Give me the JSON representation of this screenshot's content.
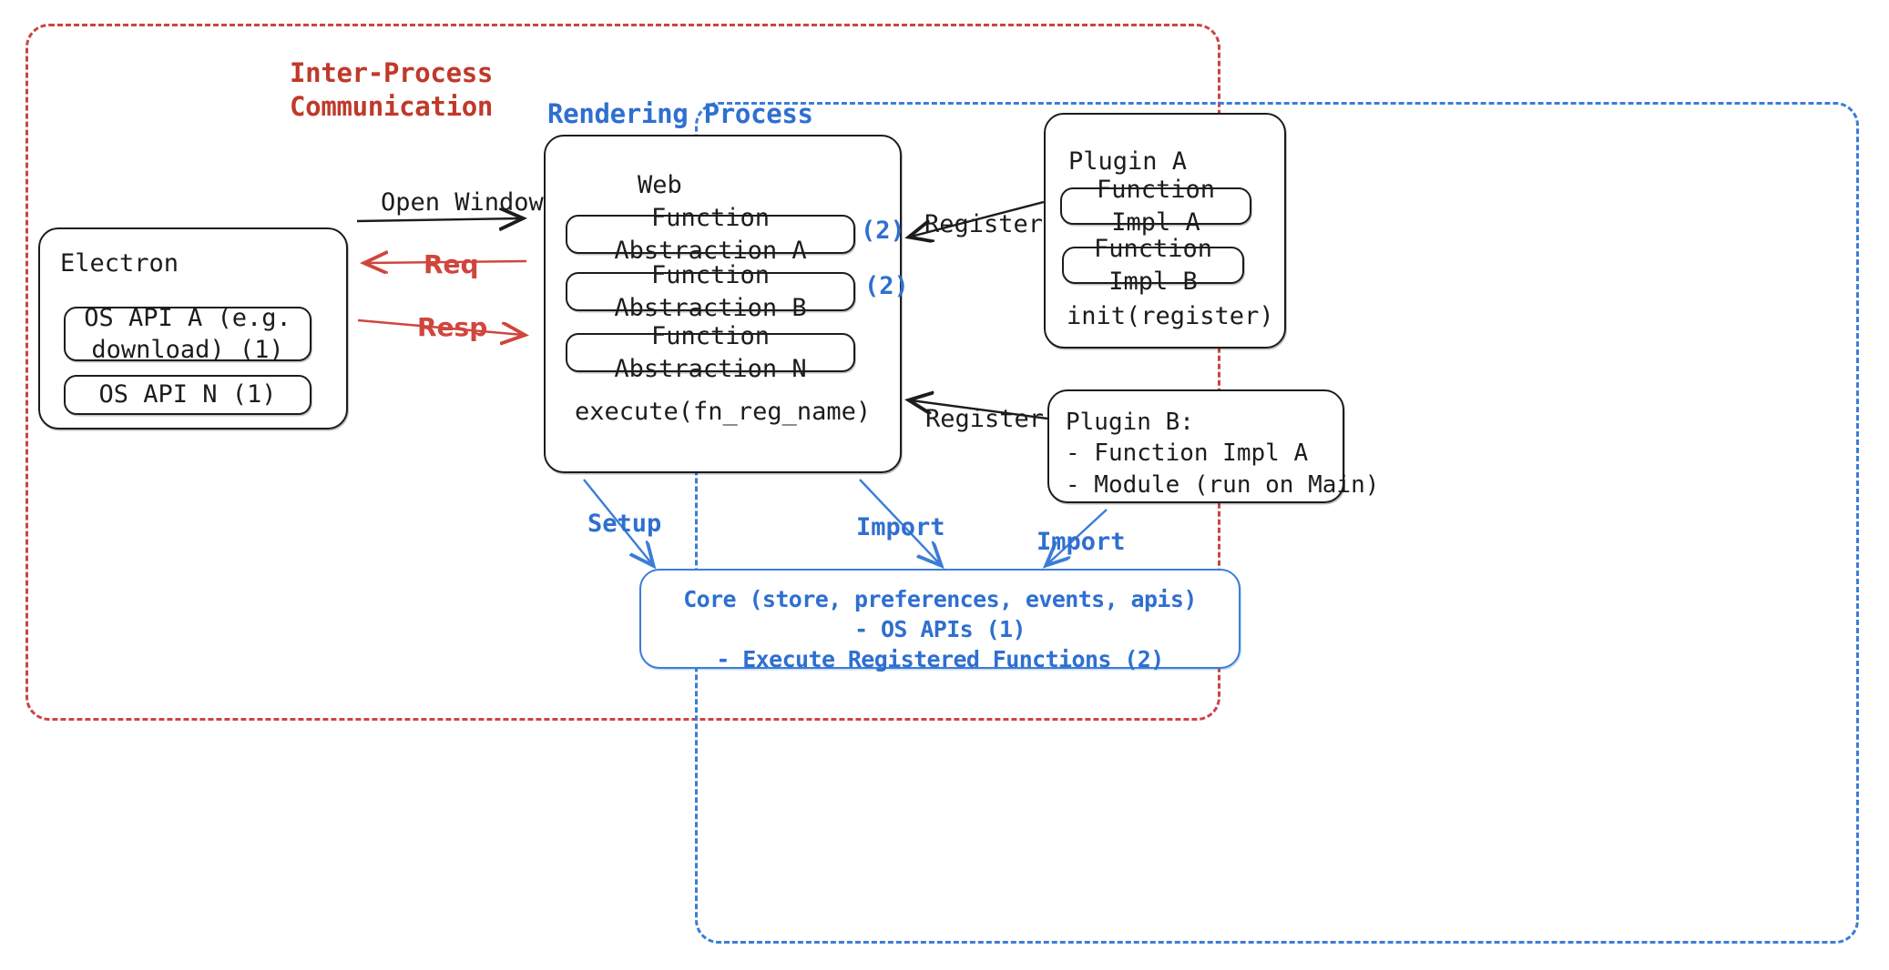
{
  "groups": {
    "ipc": {
      "title": "Inter-Process\nCommunication",
      "color": "#c0392b"
    },
    "rendering": {
      "title": "Rendering Process",
      "color": "#2f6fd0"
    }
  },
  "electron": {
    "title": "Electron",
    "os_api_a": "OS API A (e.g.\ndownload)  (1)",
    "os_api_a_text": "OS API A (e.g. download)",
    "os_api_a_marker": "(1)",
    "os_api_n": "OS API N   (1)",
    "os_api_n_text": "OS API N",
    "os_api_n_marker": "(1)"
  },
  "web": {
    "title": "Web",
    "abstractions": [
      {
        "label": "Function Abstraction A",
        "marker": "(2)"
      },
      {
        "label": "Function Abstraction B",
        "marker": "(2)"
      },
      {
        "label": "Function Abstraction N",
        "marker": ""
      }
    ],
    "execute": "execute(fn_reg_name)"
  },
  "plugin_a": {
    "title": "Plugin A",
    "impl_a": "Function Impl A",
    "impl_b": "Function Impl B",
    "init": "init(register)"
  },
  "plugin_b": {
    "text": "Plugin B:\n- Function Impl A\n- Module (run on Main)"
  },
  "core": {
    "text": "Core (store, preferences, events, apis)\n- OS APIs (1)\n- Execute Registered Functions (2)",
    "color": "#2f6fd0"
  },
  "edges": {
    "open_window": "Open Window",
    "req": "Req",
    "resp": "Resp",
    "register_plugin_a": "Register",
    "register_plugin_b": "Register",
    "setup": "Setup",
    "import_web": "Import",
    "import_plugin_b": "Import"
  },
  "markers": {
    "one": "(2)",
    "two": "(2)"
  }
}
